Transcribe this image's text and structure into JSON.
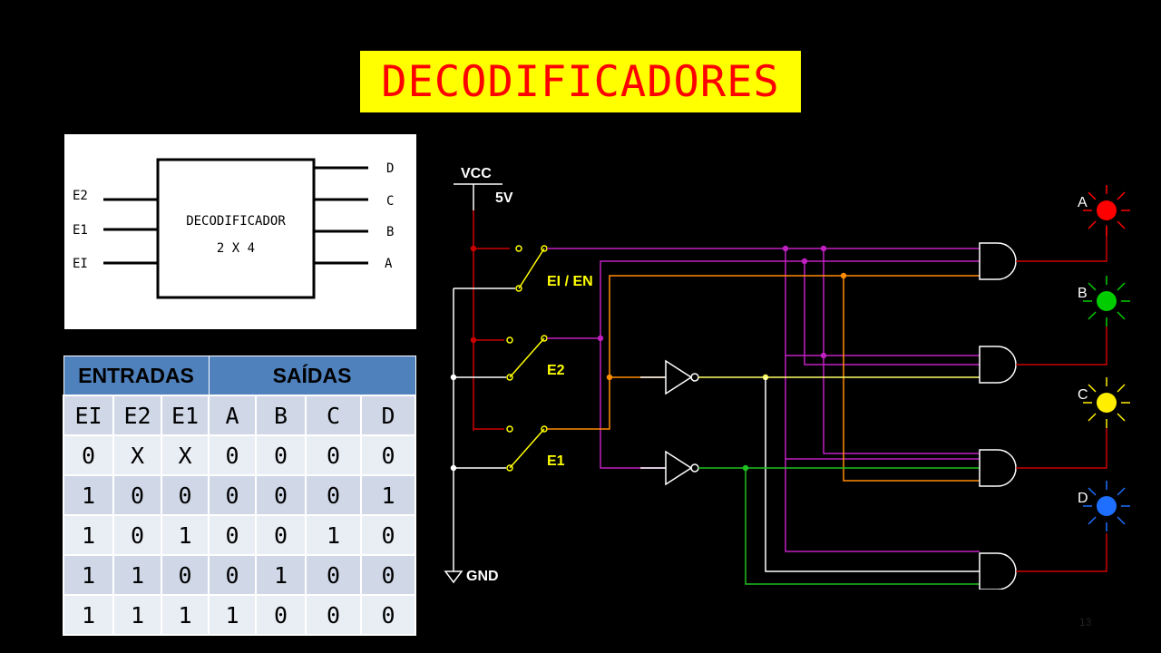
{
  "title": "DECODIFICADORES",
  "colors": {
    "title_bg": "#ffff00",
    "title_text": "#ff0000",
    "table_header": "#4f81bd",
    "row_dark": "#d0d8e8",
    "row_light": "#e9edf4",
    "wire_magenta": "#c020c0",
    "wire_orange": "#ff8c00",
    "wire_red": "#cc0000",
    "wire_green": "#20c020",
    "wire_yellow": "#ffff66",
    "switch_yellow": "#ffff00",
    "led_red": "#ff0000",
    "led_green": "#00cc00",
    "led_yellow": "#ffee00",
    "led_blue": "#1e6fff"
  },
  "block": {
    "name": "DECODIFICADOR",
    "size": "2 X 4",
    "inputs": [
      "E2",
      "E1",
      "EI"
    ],
    "outputs": [
      "D",
      "C",
      "B",
      "A"
    ]
  },
  "truth_table": {
    "group_headers": [
      "ENTRADAS",
      "SAÍDAS"
    ],
    "columns": [
      "EI",
      "E2",
      "E1",
      "A",
      "B",
      "C",
      "D"
    ],
    "rows": [
      [
        "0",
        "X",
        "X",
        "0",
        "0",
        "0",
        "0"
      ],
      [
        "1",
        "0",
        "0",
        "0",
        "0",
        "0",
        "1"
      ],
      [
        "1",
        "0",
        "1",
        "0",
        "0",
        "1",
        "0"
      ],
      [
        "1",
        "1",
        "0",
        "0",
        "1",
        "0",
        "0"
      ],
      [
        "1",
        "1",
        "1",
        "1",
        "0",
        "0",
        "0"
      ]
    ]
  },
  "circuit": {
    "vcc_label": "VCC",
    "voltage_label": "5V",
    "gnd_label": "GND",
    "switch_labels": [
      "EI / EN",
      "E2",
      "E1"
    ],
    "led_labels": [
      "A",
      "B",
      "C",
      "D"
    ],
    "led_icons": [
      "led-red-icon",
      "led-green-icon",
      "led-yellow-icon",
      "led-blue-icon"
    ]
  },
  "page_number": "13"
}
